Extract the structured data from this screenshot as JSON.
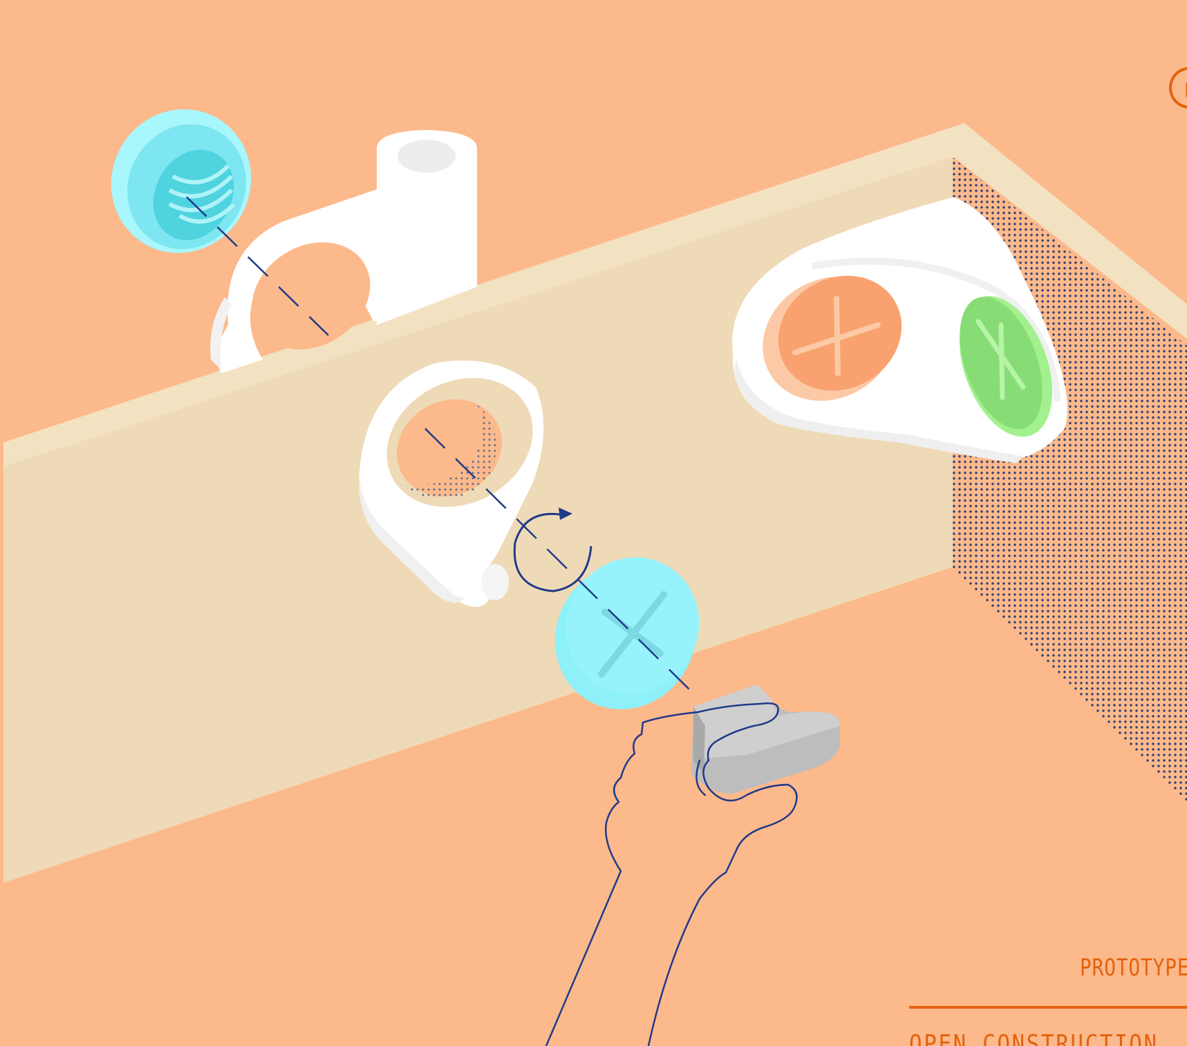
{
  "badge": {
    "text": "N"
  },
  "caption": {
    "tag": "PROTOTYPE",
    "title": "OPEN CONSTRUCTION"
  },
  "colors": {
    "background": "#FCB98B",
    "accent_orange": "#E4620E",
    "wall_beige": "#EFDAB7",
    "clip_white": "#FFFFFF",
    "cap_cyan": "#8CF2FB",
    "cap_green": "#8EE47E",
    "line_navy": "#1F3A8A",
    "block_grey": "#BDBDBD"
  },
  "icons": [
    "rotation-arrow-icon",
    "hand-icon",
    "cross-slot-icon"
  ]
}
